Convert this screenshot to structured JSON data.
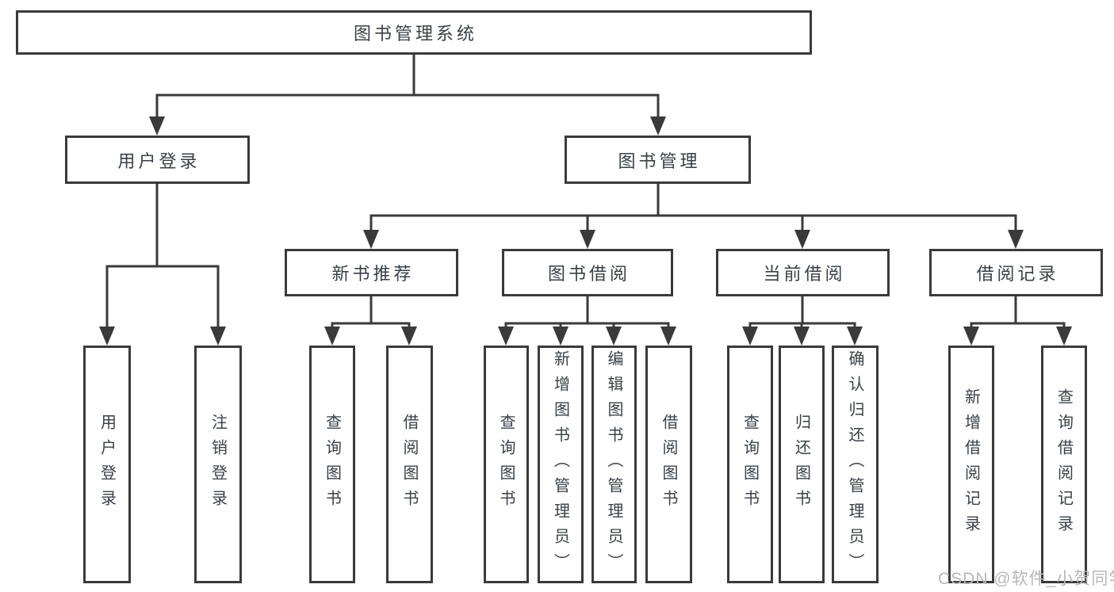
{
  "diagram_title": "图书管理系统",
  "tree": {
    "label": "图书管理系统",
    "children": [
      {
        "label": "用户登录",
        "children": [
          {
            "label": "用户登录"
          },
          {
            "label": "注销登录"
          }
        ]
      },
      {
        "label": "图书管理",
        "children": [
          {
            "label": "新书推荐",
            "children": [
              {
                "label": "查询图书"
              },
              {
                "label": "借阅图书"
              }
            ]
          },
          {
            "label": "图书借阅",
            "children": [
              {
                "label": "查询图书"
              },
              {
                "label": "新增图书（管理员）"
              },
              {
                "label": "编辑图书（管理员）"
              },
              {
                "label": "借阅图书"
              }
            ]
          },
          {
            "label": "当前借阅",
            "children": [
              {
                "label": "查询图书"
              },
              {
                "label": "归还图书"
              },
              {
                "label": "确认归还（管理员）"
              }
            ]
          },
          {
            "label": "借阅记录",
            "children": [
              {
                "label": "新增借阅记录"
              },
              {
                "label": "查询借阅记录"
              }
            ]
          }
        ]
      }
    ]
  },
  "watermark": "CSDN @软件_小贺同学",
  "colors": {
    "line": "#3a3a3a",
    "text": "#3a4047",
    "watermark": "#b7b7b7",
    "background": "#ffffff"
  }
}
